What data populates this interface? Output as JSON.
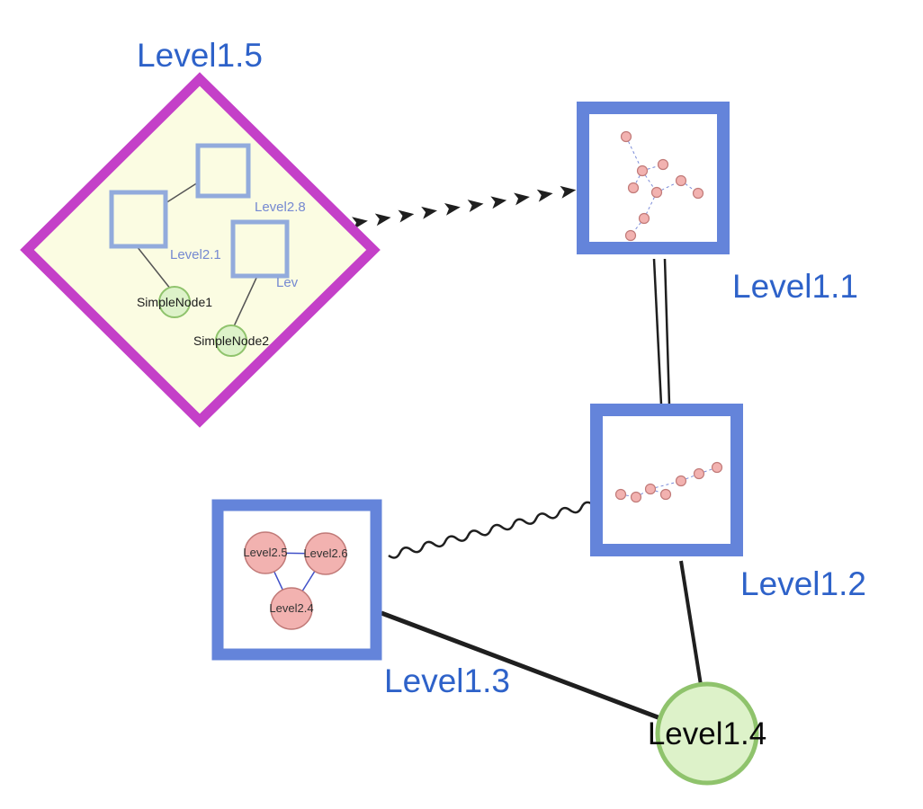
{
  "colors": {
    "label_blue": "#2e62c9",
    "diamond_stroke": "#c440c8",
    "diamond_fill": "#fbfce2",
    "box_stroke": "#6484da",
    "inner_square_stroke": "#92abdc",
    "inner_label": "#7589d1",
    "pink_fill": "#f2b2b0",
    "pink_stroke": "#c17a78",
    "green_fill": "#ddf2c9",
    "green_stroke": "#8fc36c",
    "edge_dark": "#1f1f1f",
    "blue_edge": "#4050c8",
    "mini_edge": "#7b8cd8"
  },
  "nodes": {
    "level1_5": {
      "label": "Level1.5",
      "shape": "diamond"
    },
    "level1_1": {
      "label": "Level1.1",
      "shape": "square"
    },
    "level1_2": {
      "label": "Level1.2",
      "shape": "square"
    },
    "level1_3": {
      "label": "Level1.3",
      "shape": "square"
    },
    "level1_4": {
      "label": "Level1.4",
      "shape": "circle"
    },
    "level2_8": {
      "label": "Level2.8"
    },
    "level2_1": {
      "label": "Level2.1"
    },
    "level2_partial": {
      "label": "Lev"
    },
    "simple_node_1": {
      "label": "SimpleNode1"
    },
    "simple_node_2": {
      "label": "SimpleNode2"
    },
    "level2_5": {
      "label": "Level2.5"
    },
    "level2_6": {
      "label": "Level2.6"
    },
    "level2_4": {
      "label": "Level2.4"
    }
  }
}
